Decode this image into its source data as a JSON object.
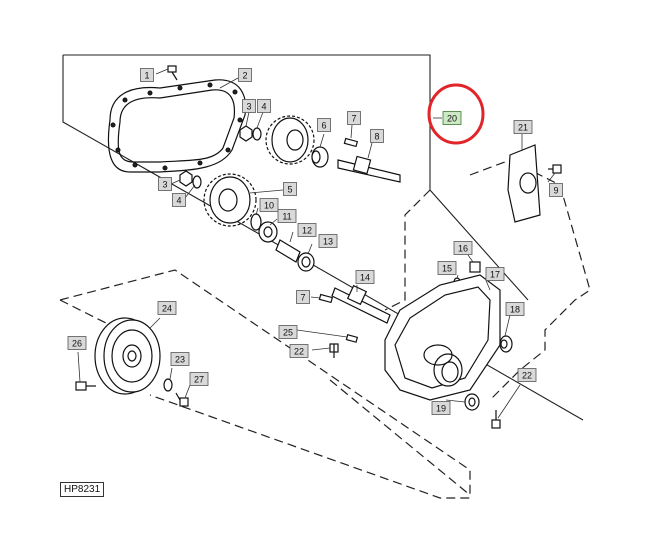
{
  "diagram_ref": "HP8231",
  "highlight_callout": "20",
  "highlight_color": "#e0252b",
  "callouts": [
    {
      "id": "c1",
      "label": "1"
    },
    {
      "id": "c2",
      "label": "2"
    },
    {
      "id": "c3a",
      "label": "3"
    },
    {
      "id": "c4a",
      "label": "4"
    },
    {
      "id": "c3b",
      "label": "3"
    },
    {
      "id": "c4b",
      "label": "4"
    },
    {
      "id": "c5",
      "label": "5"
    },
    {
      "id": "c6",
      "label": "6"
    },
    {
      "id": "c7a",
      "label": "7"
    },
    {
      "id": "c8",
      "label": "8"
    },
    {
      "id": "c9",
      "label": "9"
    },
    {
      "id": "c10",
      "label": "10"
    },
    {
      "id": "c11",
      "label": "11"
    },
    {
      "id": "c12",
      "label": "12"
    },
    {
      "id": "c13",
      "label": "13"
    },
    {
      "id": "c14",
      "label": "14"
    },
    {
      "id": "c7b",
      "label": "7"
    },
    {
      "id": "c15",
      "label": "15"
    },
    {
      "id": "c16",
      "label": "16"
    },
    {
      "id": "c17",
      "label": "17"
    },
    {
      "id": "c18",
      "label": "18"
    },
    {
      "id": "c19",
      "label": "19"
    },
    {
      "id": "c20",
      "label": "20"
    },
    {
      "id": "c21",
      "label": "21"
    },
    {
      "id": "c22a",
      "label": "22"
    },
    {
      "id": "c22b",
      "label": "22"
    },
    {
      "id": "c23",
      "label": "23"
    },
    {
      "id": "c24",
      "label": "24"
    },
    {
      "id": "c25",
      "label": "25"
    },
    {
      "id": "c26",
      "label": "26"
    },
    {
      "id": "c27",
      "label": "27"
    }
  ]
}
